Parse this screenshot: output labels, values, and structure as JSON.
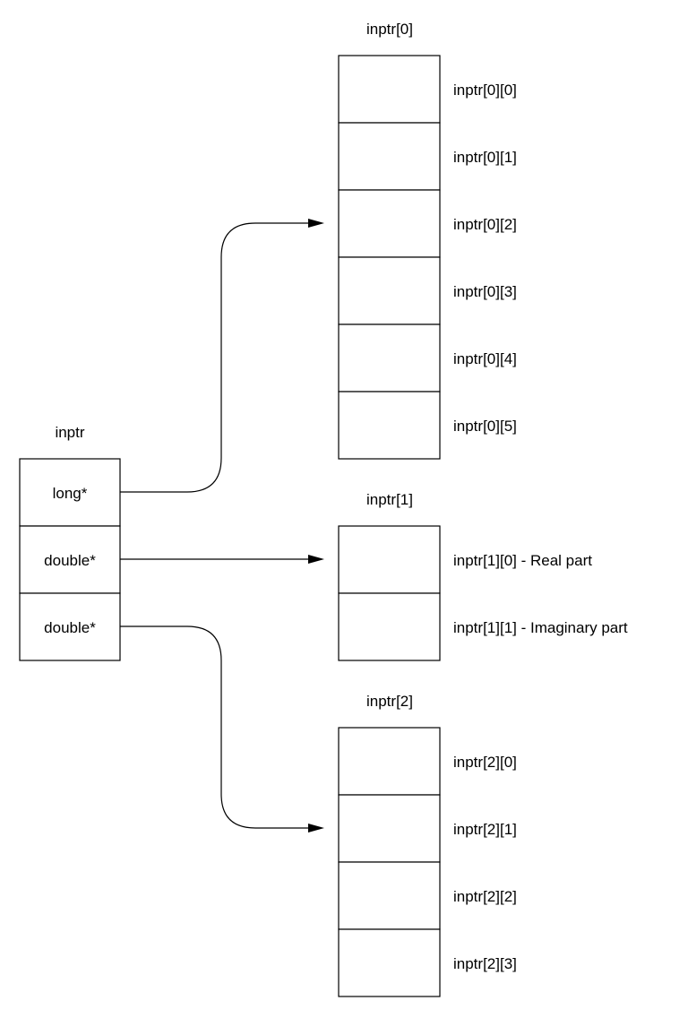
{
  "inptr": {
    "title": "inptr",
    "cells": [
      "long*",
      "double*",
      "double*"
    ]
  },
  "arrays": [
    {
      "title": "inptr[0]",
      "labels": [
        "inptr[0][0]",
        "inptr[0][1]",
        "inptr[0][2]",
        "inptr[0][3]",
        "inptr[0][4]",
        "inptr[0][5]"
      ]
    },
    {
      "title": "inptr[1]",
      "labels": [
        "inptr[1][0] - Real part",
        "inptr[1][1] - Imaginary part"
      ]
    },
    {
      "title": "inptr[2]",
      "labels": [
        "inptr[2][0]",
        "inptr[2][1]",
        "inptr[2][2]",
        "inptr[2][3]"
      ]
    }
  ],
  "edges": [
    {
      "from": "inptr.cells.0",
      "to": "arrays.0.cells.2"
    },
    {
      "from": "inptr.cells.1",
      "to": "arrays.1.cells.0"
    },
    {
      "from": "inptr.cells.2",
      "to": "arrays.2.cells.1"
    }
  ]
}
